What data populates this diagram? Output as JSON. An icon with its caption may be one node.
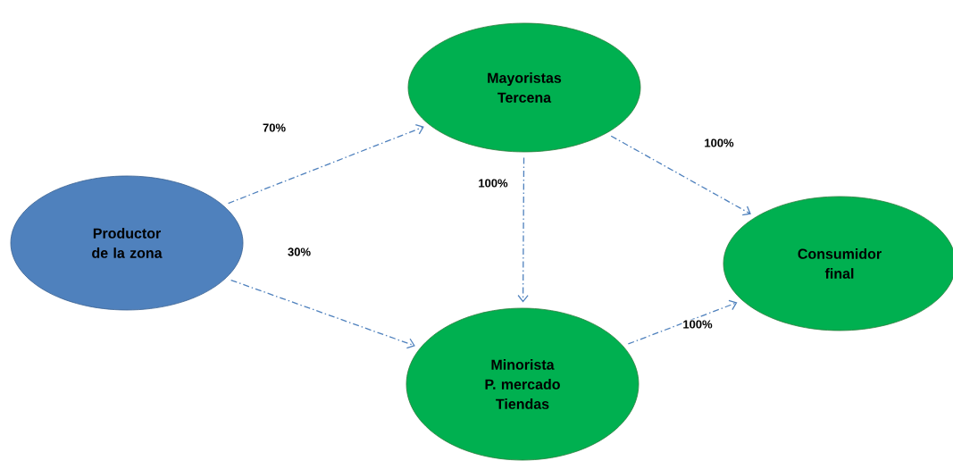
{
  "diagram": {
    "nodes": [
      {
        "text": [
          "Productor de la zona"
        ]
      },
      {
        "text": [
          "Mayoristas Tercena"
        ]
      },
      {
        "text": [
          "Minorista P. mercado Tiendas"
        ]
      },
      {
        "text": [
          "Consumidor final"
        ]
      }
    ],
    "edges": [
      {
        "from": 0,
        "to": 1,
        "arrow": "to",
        "label": "70%"
      },
      {
        "from": 0,
        "to": 2,
        "arrow": "to",
        "label": "30%"
      },
      {
        "from": 1,
        "to": 2,
        "arrow": "to",
        "label": "100%"
      },
      {
        "from": 1,
        "to": 3,
        "arrow": "to",
        "label": "100%"
      },
      {
        "from": 2,
        "to": 3,
        "arrow": "to",
        "label": "100%"
      }
    ]
  }
}
